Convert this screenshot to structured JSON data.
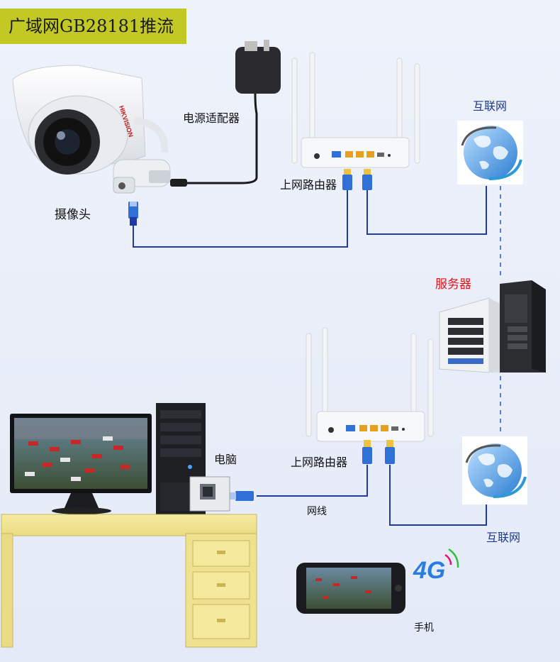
{
  "title": "广域网GB28181推流",
  "labels": {
    "camera": "摄像头",
    "power_adapter": "电源适配器",
    "router_top": "上网路由器",
    "internet_top": "互联网",
    "server": "服务器",
    "computer": "电脑",
    "router_bottom": "上网路由器",
    "cable": "网线",
    "internet_bottom": "互联网",
    "phone": "手机"
  },
  "camera_brand": "HIKVISION",
  "badge_4g": "4G",
  "colors": {
    "title_bg": "#c3c924",
    "cable": "#1f3aa6",
    "connector": "#2f6fd6",
    "dashed": "#2a5bd0",
    "red_label": "#e0141b",
    "blue_label": "#1d3a8a"
  }
}
